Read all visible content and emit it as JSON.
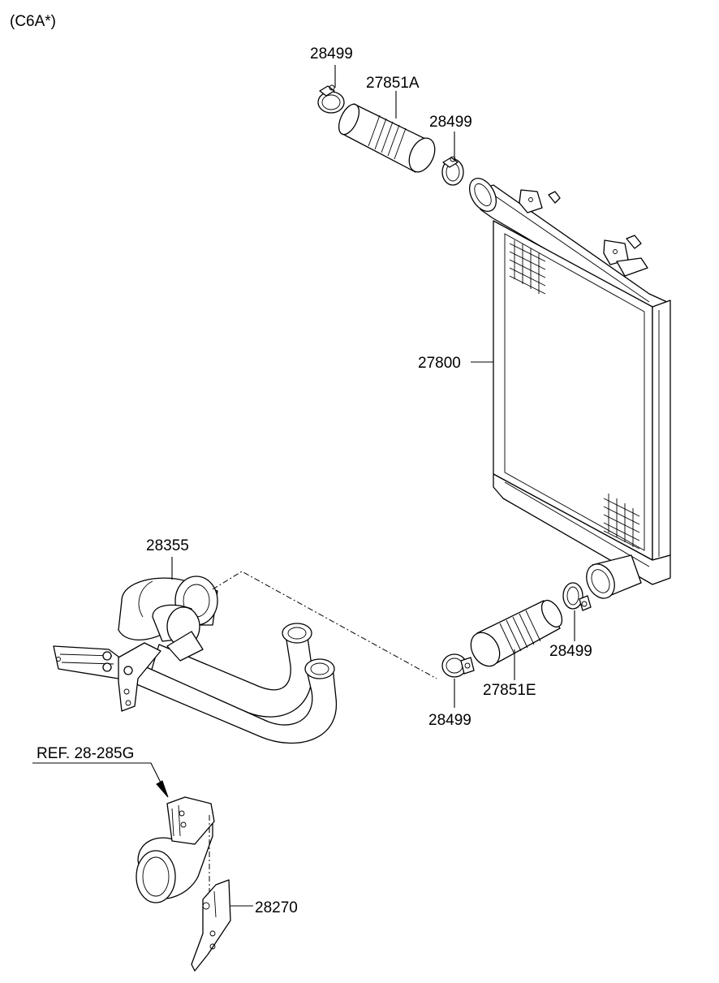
{
  "header": {
    "variant_code": "(C6A*)"
  },
  "callouts": {
    "clamp_top_left": "28499",
    "hose_upper": "27851A",
    "clamp_top_right": "28499",
    "intercooler": "27800",
    "pipe_assembly": "28355",
    "clamp_lower_right": "28499",
    "hose_lower": "27851E",
    "clamp_lower_left": "28499",
    "reference": "REF. 28-285G",
    "bracket": "28270"
  }
}
